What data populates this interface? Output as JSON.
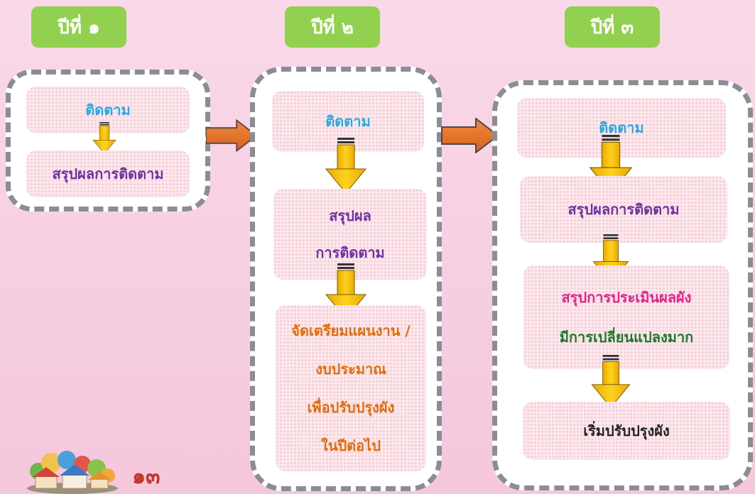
{
  "years": [
    {
      "tab": "ปีที่ ๑",
      "steps": [
        {
          "lines": [
            "ติดตาม"
          ]
        },
        {
          "lines": [
            "สรุปผลการติดตาม"
          ]
        }
      ]
    },
    {
      "tab": "ปีที่ ๒",
      "steps": [
        {
          "lines": [
            "ติดตาม"
          ]
        },
        {
          "lines": [
            "สรุปผล",
            "การติดตาม"
          ]
        },
        {
          "lines": [
            "จัดเตรียมแผนงาน /",
            "งบประมาณ",
            "เพื่อปรับปรุงผัง",
            "ในปีต่อไป"
          ]
        }
      ]
    },
    {
      "tab": "ปีที่ ๓",
      "steps": [
        {
          "lines": [
            "ติดตาม"
          ]
        },
        {
          "lines": [
            "สรุปผลการติดตาม"
          ]
        },
        {
          "lines": [
            "สรุปการประเมินผลผัง",
            "มีการเปลี่ยนแปลงมาก"
          ]
        },
        {
          "lines": [
            "เริ่มปรับปรุงผัง"
          ]
        }
      ]
    }
  ],
  "page_number": "๑๓",
  "colors": {
    "background": "#f7cfe1",
    "tab": "#92d050",
    "frame_border": "#8c8c94",
    "arrow_fill": "#f5c518",
    "arrow_right_fill": "#e36c0a",
    "text_blue": "#27a9e1",
    "text_purple": "#7030a0",
    "text_orange": "#e36c0a",
    "text_magenta": "#e6218a",
    "text_green": "#1b7a2a"
  }
}
